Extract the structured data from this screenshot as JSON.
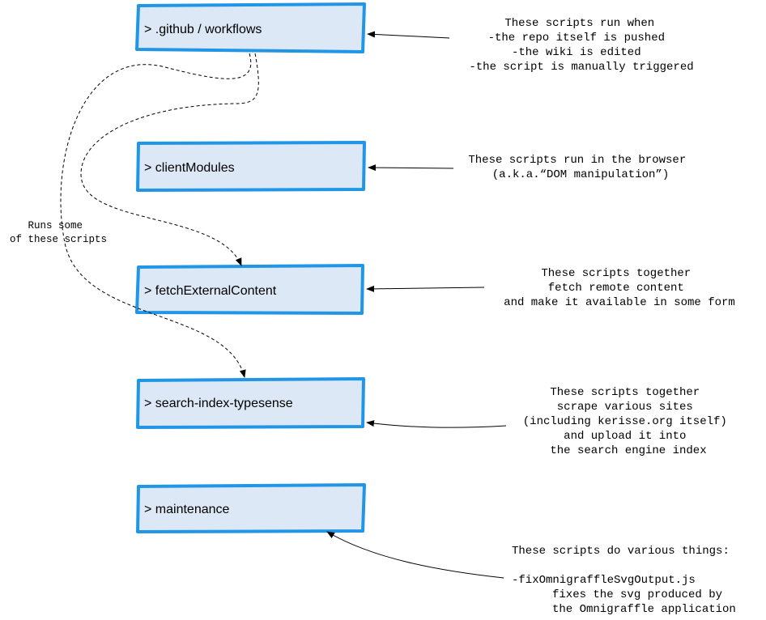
{
  "colors": {
    "box_fill": "#dce8f5",
    "box_stroke": "#2196e6",
    "line": "#000000"
  },
  "nodes": [
    {
      "label": "> .github / workflows"
    },
    {
      "label": "> clientModules"
    },
    {
      "label": "> fetchExternalContent"
    },
    {
      "label": "> search-index-typesense"
    },
    {
      "label": "> maintenance"
    }
  ],
  "notes": {
    "workflows": [
      "These scripts run when",
      "-the repo itself is pushed",
      "-the wiki is edited",
      "-the script is manually triggered"
    ],
    "client": [
      "These scripts run in the browser",
      "(a.k.a.“DOM manipulation”)"
    ],
    "fetch": [
      "These scripts together",
      "fetch remote content",
      "and make it available in some form"
    ],
    "search": [
      "These scripts together",
      "scrape various sites",
      "(including kerisse.org itself)",
      "and upload it into",
      "the search engine index"
    ],
    "maintenance": [
      "These scripts do various things:",
      "",
      "-fixOmnigraffleSvgOutput.js",
      "fixes the svg produced by",
      "the Omnigraffle application"
    ]
  },
  "runs_note": [
    "Runs some",
    "of these scripts"
  ]
}
